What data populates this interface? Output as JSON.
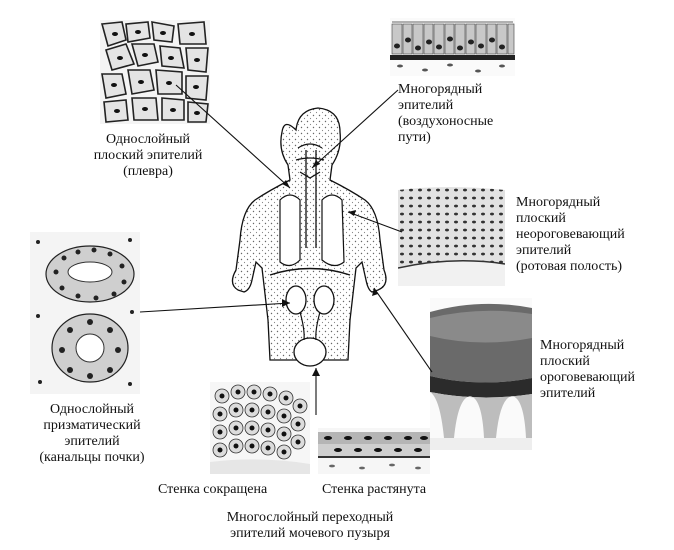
{
  "labels": {
    "single_squamous": [
      "Однослойный",
      "плоский эпителий",
      "(плевра)"
    ],
    "pseudostratified": [
      "Многорядный",
      "эпителий",
      "(воздухоносные",
      "пути)"
    ],
    "stratified_nonkeratinized": [
      "Многорядный",
      "плоский",
      "неороговевающий",
      "эпителий",
      "(ротовая полость)"
    ],
    "stratified_keratinized": [
      "Многорядный",
      "плоский",
      "ороговевающий",
      "эпителий"
    ],
    "single_columnar": [
      "Однослойный",
      "призматический",
      "эпителий",
      "(канальцы почки)"
    ],
    "wall_contracted": "Стенка сокращена",
    "wall_stretched": "Стенка растянута",
    "transitional": [
      "Многослойный переходный",
      "эпителий мочевого пузыря"
    ]
  },
  "colors": {
    "ink": "#111111",
    "tissue_light": "#d8d8d8",
    "tissue_mid": "#9a9a9a",
    "tissue_dark": "#3a3a3a"
  }
}
